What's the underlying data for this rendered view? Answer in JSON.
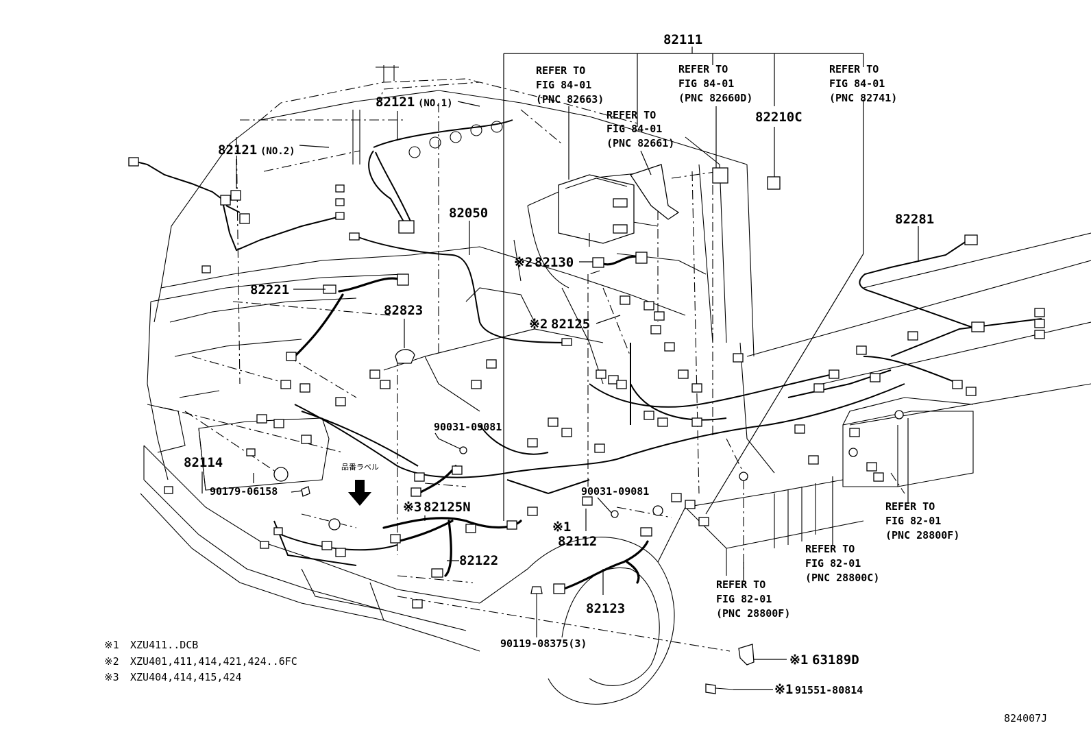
{
  "diagram": {
    "top_callout": "82111",
    "refs": {
      "r82663": [
        "REFER TO",
        "FIG 84-01",
        "(PNC 82663)"
      ],
      "r82661": [
        "REFER TO",
        "FIG 84-01",
        "(PNC 82661)"
      ],
      "r82660d": [
        "REFER TO",
        "FIG 84-01",
        "(PNC 82660D)"
      ],
      "r82741": [
        "REFER TO",
        "FIG 84-01",
        "(PNC 82741)"
      ],
      "r28800f_a": [
        "REFER TO",
        "FIG 82-01",
        "(PNC 28800F)"
      ],
      "r28800c": [
        "REFER TO",
        "FIG 82-01",
        "(PNC 28800C)"
      ],
      "r28800f_b": [
        "REFER TO",
        "FIG 82-01",
        "(PNC 28800F)"
      ]
    },
    "parts": {
      "p82121_no1": "82121",
      "p82121_no1_suffix": "(NO.1)",
      "p82121_no2": "82121",
      "p82121_no2_suffix": "(NO.2)",
      "p82210c": "82210C",
      "p82050": "82050",
      "p82130_mark": "※2",
      "p82130": "82130",
      "p82281": "82281",
      "p82221": "82221",
      "p82823": "82823",
      "p82125_mark": "※2",
      "p82125": "82125",
      "p90031_a": "90031-09081",
      "p82114": "82114",
      "label_jp": "品番ラベル",
      "p90179": "90179-06158",
      "p82125n_mark": "※3",
      "p82125n": "82125N",
      "p90031_b": "90031-09081",
      "p82112_mark": "※1",
      "p82112": "82112",
      "p82122": "82122",
      "p82123": "82123",
      "p90119": "90119-08375(3)",
      "p63189d_mark": "※1",
      "p63189d": "63189D",
      "p91551_mark": "※1",
      "p91551": "91551-80814"
    },
    "notes": [
      {
        "mark": "※1",
        "text": "XZU411..DCB"
      },
      {
        "mark": "※2",
        "text": "XZU401,411,414,421,424..6FC"
      },
      {
        "mark": "※3",
        "text": "XZU404,414,415,424"
      }
    ],
    "figure_code": "824007J"
  }
}
